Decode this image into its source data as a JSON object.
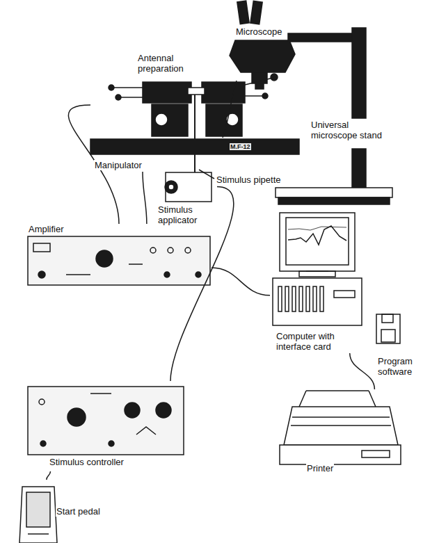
{
  "diagram": {
    "nodes": [
      {
        "text": [
          "Microscope"
        ]
      },
      {
        "text": [
          "Antennal preparation"
        ]
      },
      {
        "text": [
          "Universal microscope stand"
        ]
      },
      {
        "text": [
          "Manipulator"
        ]
      },
      {
        "text": [
          "Stimulus applicator"
        ]
      },
      {
        "text": [
          "Amplifier"
        ]
      },
      {
        "text": [
          "Computer with interface card"
        ]
      },
      {
        "text": [
          "Program software"
        ]
      },
      {
        "text": [
          "Printer"
        ]
      },
      {
        "text": [
          "Stimulus controller"
        ]
      },
      {
        "text": [
          "Start pedal"
        ]
      }
    ],
    "edges": [
      {
        "from": 3,
        "to": 5,
        "arrow": "none"
      },
      {
        "from": 3,
        "to": 5,
        "arrow": "none"
      },
      {
        "from": 4,
        "to": 9,
        "arrow": "none"
      },
      {
        "from": 5,
        "to": 6,
        "arrow": "none"
      },
      {
        "from": 6,
        "to": 8,
        "arrow": "none"
      },
      {
        "from": 9,
        "to": 10,
        "arrow": "none"
      }
    ],
    "labels": [
      "Stimulus pipette",
      "M.F-12"
    ]
  }
}
